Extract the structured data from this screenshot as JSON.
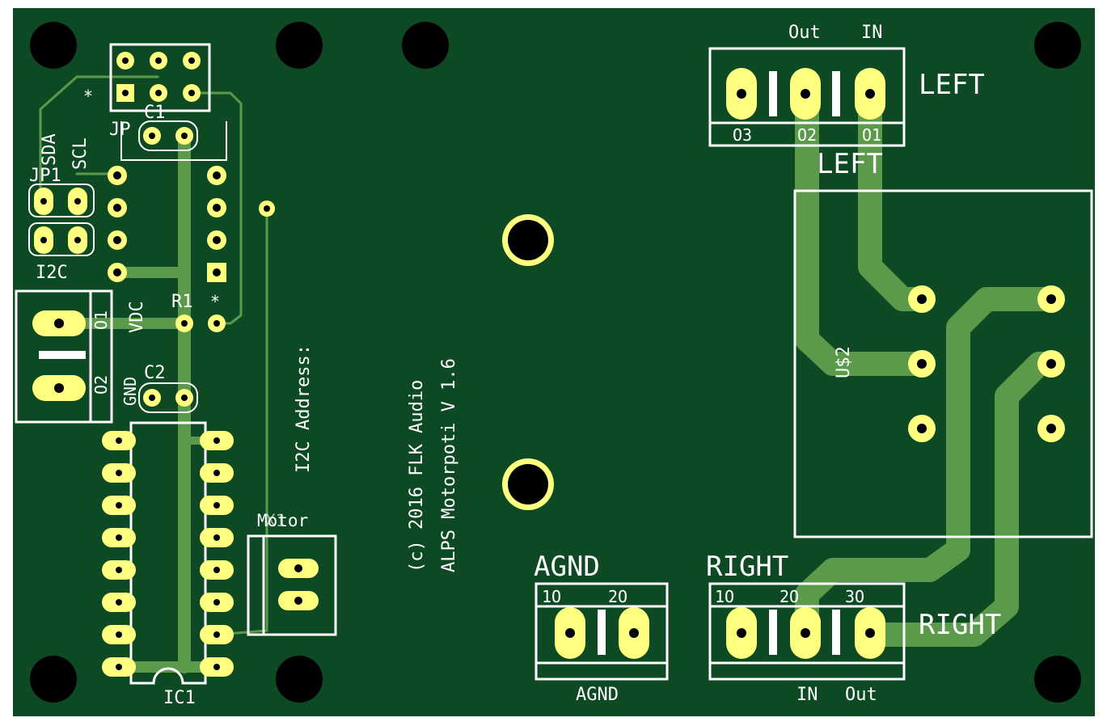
{
  "colors": {
    "board": "#0d4a24",
    "copper_trace": "#5a9a4a",
    "pad": "#ffff80",
    "silkscreen": "#ffffff",
    "hole": "#000000"
  },
  "board_text": {
    "copyright": "(c) 2016 FLK Audio",
    "product": "ALPS Motorpoti V 1.6",
    "i2c_address": "I2C Address:"
  },
  "labels": {
    "jp_top": "JP",
    "c1": "C1",
    "sda": "SDA",
    "scl": "SCL",
    "jp1": "JP1",
    "i2c_bottom": "I2C",
    "vdc": "VDC",
    "gnd": "GND",
    "r1": "R1",
    "c2": "C2",
    "ic1": "IC1",
    "motor": "Motor",
    "x1": "X1",
    "star": "*",
    "o1": "O1",
    "o2": "O2",
    "usd2": "U$2",
    "left_out": "Out",
    "left_in": "IN",
    "left_top": "LEFT",
    "left_mid": "LEFT",
    "left_p3": "O3",
    "left_p2": "O2",
    "left_p1": "O1",
    "agnd_top": "AGND",
    "agnd_bottom": "AGND",
    "agnd_p1": "1O",
    "agnd_p2": "2O",
    "right_top": "RIGHT",
    "right_side": "RIGHT",
    "right_p1": "1O",
    "right_p2": "2O",
    "right_p3": "3O",
    "right_in": "IN",
    "right_out": "Out"
  }
}
